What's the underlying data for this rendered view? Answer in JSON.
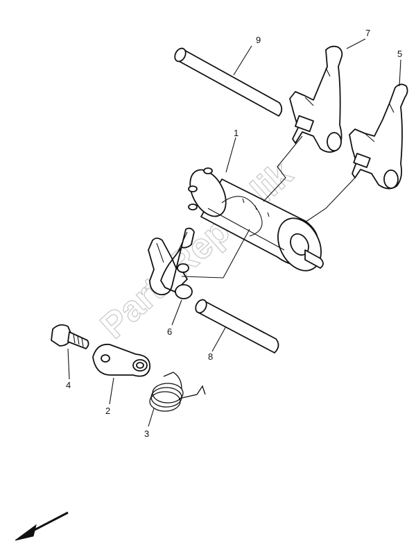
{
  "watermark": "PartsRepublik",
  "callouts": [
    {
      "id": "1",
      "label": "1"
    },
    {
      "id": "2",
      "label": "2"
    },
    {
      "id": "3",
      "label": "3"
    },
    {
      "id": "4",
      "label": "4"
    },
    {
      "id": "5",
      "label": "5"
    },
    {
      "id": "6",
      "label": "6"
    },
    {
      "id": "7",
      "label": "7"
    },
    {
      "id": "8",
      "label": "8"
    },
    {
      "id": "9",
      "label": "9"
    }
  ],
  "icons": {
    "front_arrow": "front-direction-arrow-icon"
  }
}
